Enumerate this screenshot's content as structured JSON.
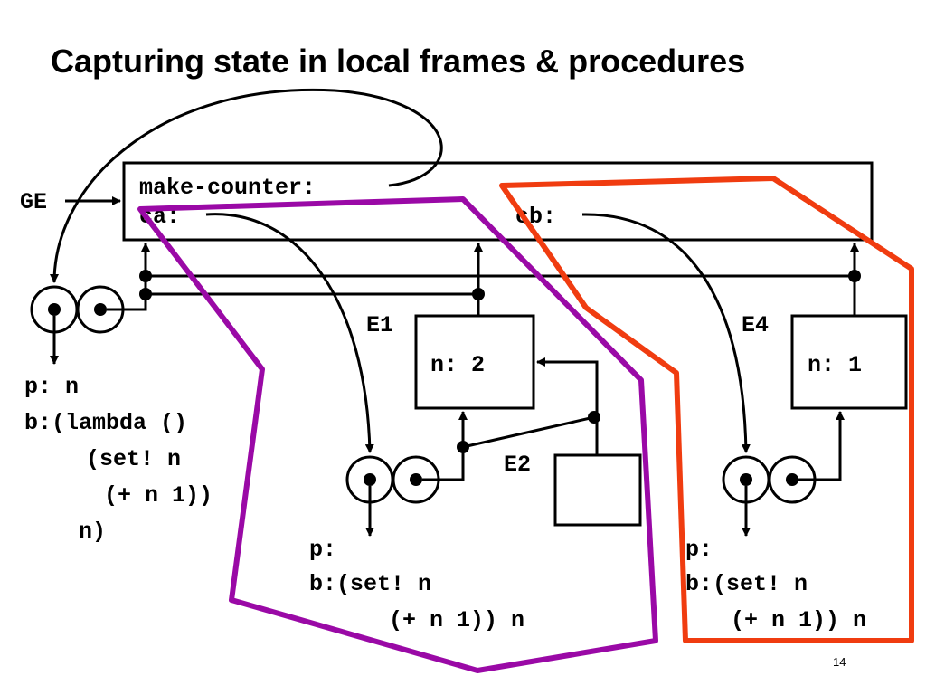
{
  "title": "Capturing state in local frames & procedures",
  "page_number": "14",
  "colors": {
    "purple": "#9a09a6",
    "orange": "#f03c10"
  },
  "global_env": {
    "label": "GE",
    "bindings": [
      "make-counter:",
      "ca:",
      "cb:"
    ]
  },
  "frames": {
    "e1": {
      "label": "E1",
      "binding": "n: 2"
    },
    "e2": {
      "label": "E2"
    },
    "e4": {
      "label": "E4",
      "binding": "n: 1"
    }
  },
  "procedures": {
    "make_counter": {
      "params": "p: n",
      "body": [
        "b:(lambda ()",
        "(set! n",
        "(+ n 1))",
        "n)"
      ]
    },
    "ca": {
      "params": "p:",
      "body": [
        "b:(set! n",
        "(+ n 1)) n"
      ]
    },
    "cb": {
      "params": "p:",
      "body": [
        "b:(set! n",
        "(+ n 1)) n"
      ]
    }
  }
}
